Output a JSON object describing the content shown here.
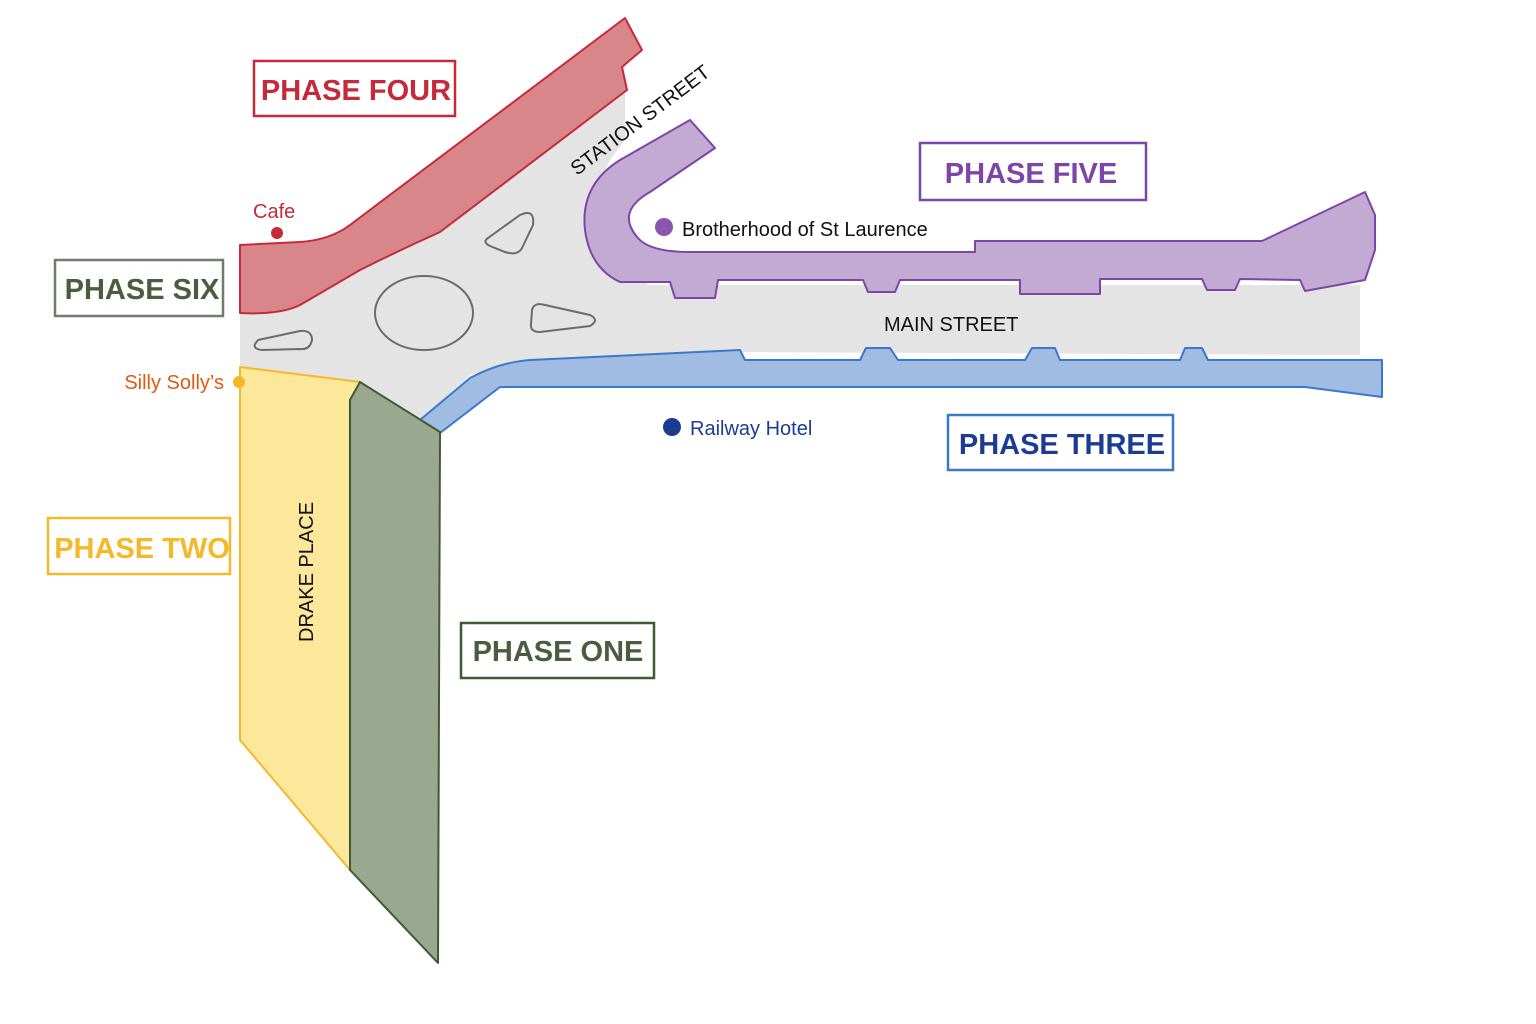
{
  "map": {
    "colors": {
      "road": "#e4e4e4",
      "island_stroke": "#6b6b6b"
    },
    "phases": [
      {
        "id": "one",
        "label": "PHASE ONE",
        "fill": "#9aa890",
        "stroke": "#3f5a33",
        "text": "#4a5e3f"
      },
      {
        "id": "two",
        "label": "PHASE TWO",
        "fill": "#fde79b",
        "stroke": "#f4b92a",
        "text": "#f4b92a"
      },
      {
        "id": "three",
        "label": "PHASE THREE",
        "fill": "#a0bce2",
        "stroke": "#3a78c9",
        "text": "#1c3c94"
      },
      {
        "id": "four",
        "label": "PHASE FOUR",
        "fill": "#d9868b",
        "stroke": "#c62a3a",
        "text": "#c62a3a"
      },
      {
        "id": "five",
        "label": "PHASE FIVE",
        "fill": "#c3aad2",
        "stroke": "#7e45a8",
        "text": "#7e45a8"
      },
      {
        "id": "six",
        "label": "PHASE SIX",
        "fill": "#ffffff",
        "stroke": "#6f7f67",
        "text": "#4a5e3f"
      }
    ],
    "streets": {
      "station": "STATION STREET",
      "main": "MAIN STREET",
      "drake": "DRAKE PLACE"
    },
    "pois": [
      {
        "id": "cafe",
        "label": "Cafe",
        "color": "#c62a3a",
        "text_color": "#c62a3a"
      },
      {
        "id": "silly-sollys",
        "label": "Silly Solly’s",
        "color": "#f4b92a",
        "text_color": "#e05a12"
      },
      {
        "id": "brotherhood",
        "label": "Brotherhood of St Laurence",
        "color": "#8a55ad",
        "text_color": "#111111"
      },
      {
        "id": "railway-hotel",
        "label": "Railway Hotel",
        "color": "#1c3c94",
        "text_color": "#1c3c94"
      }
    ]
  }
}
